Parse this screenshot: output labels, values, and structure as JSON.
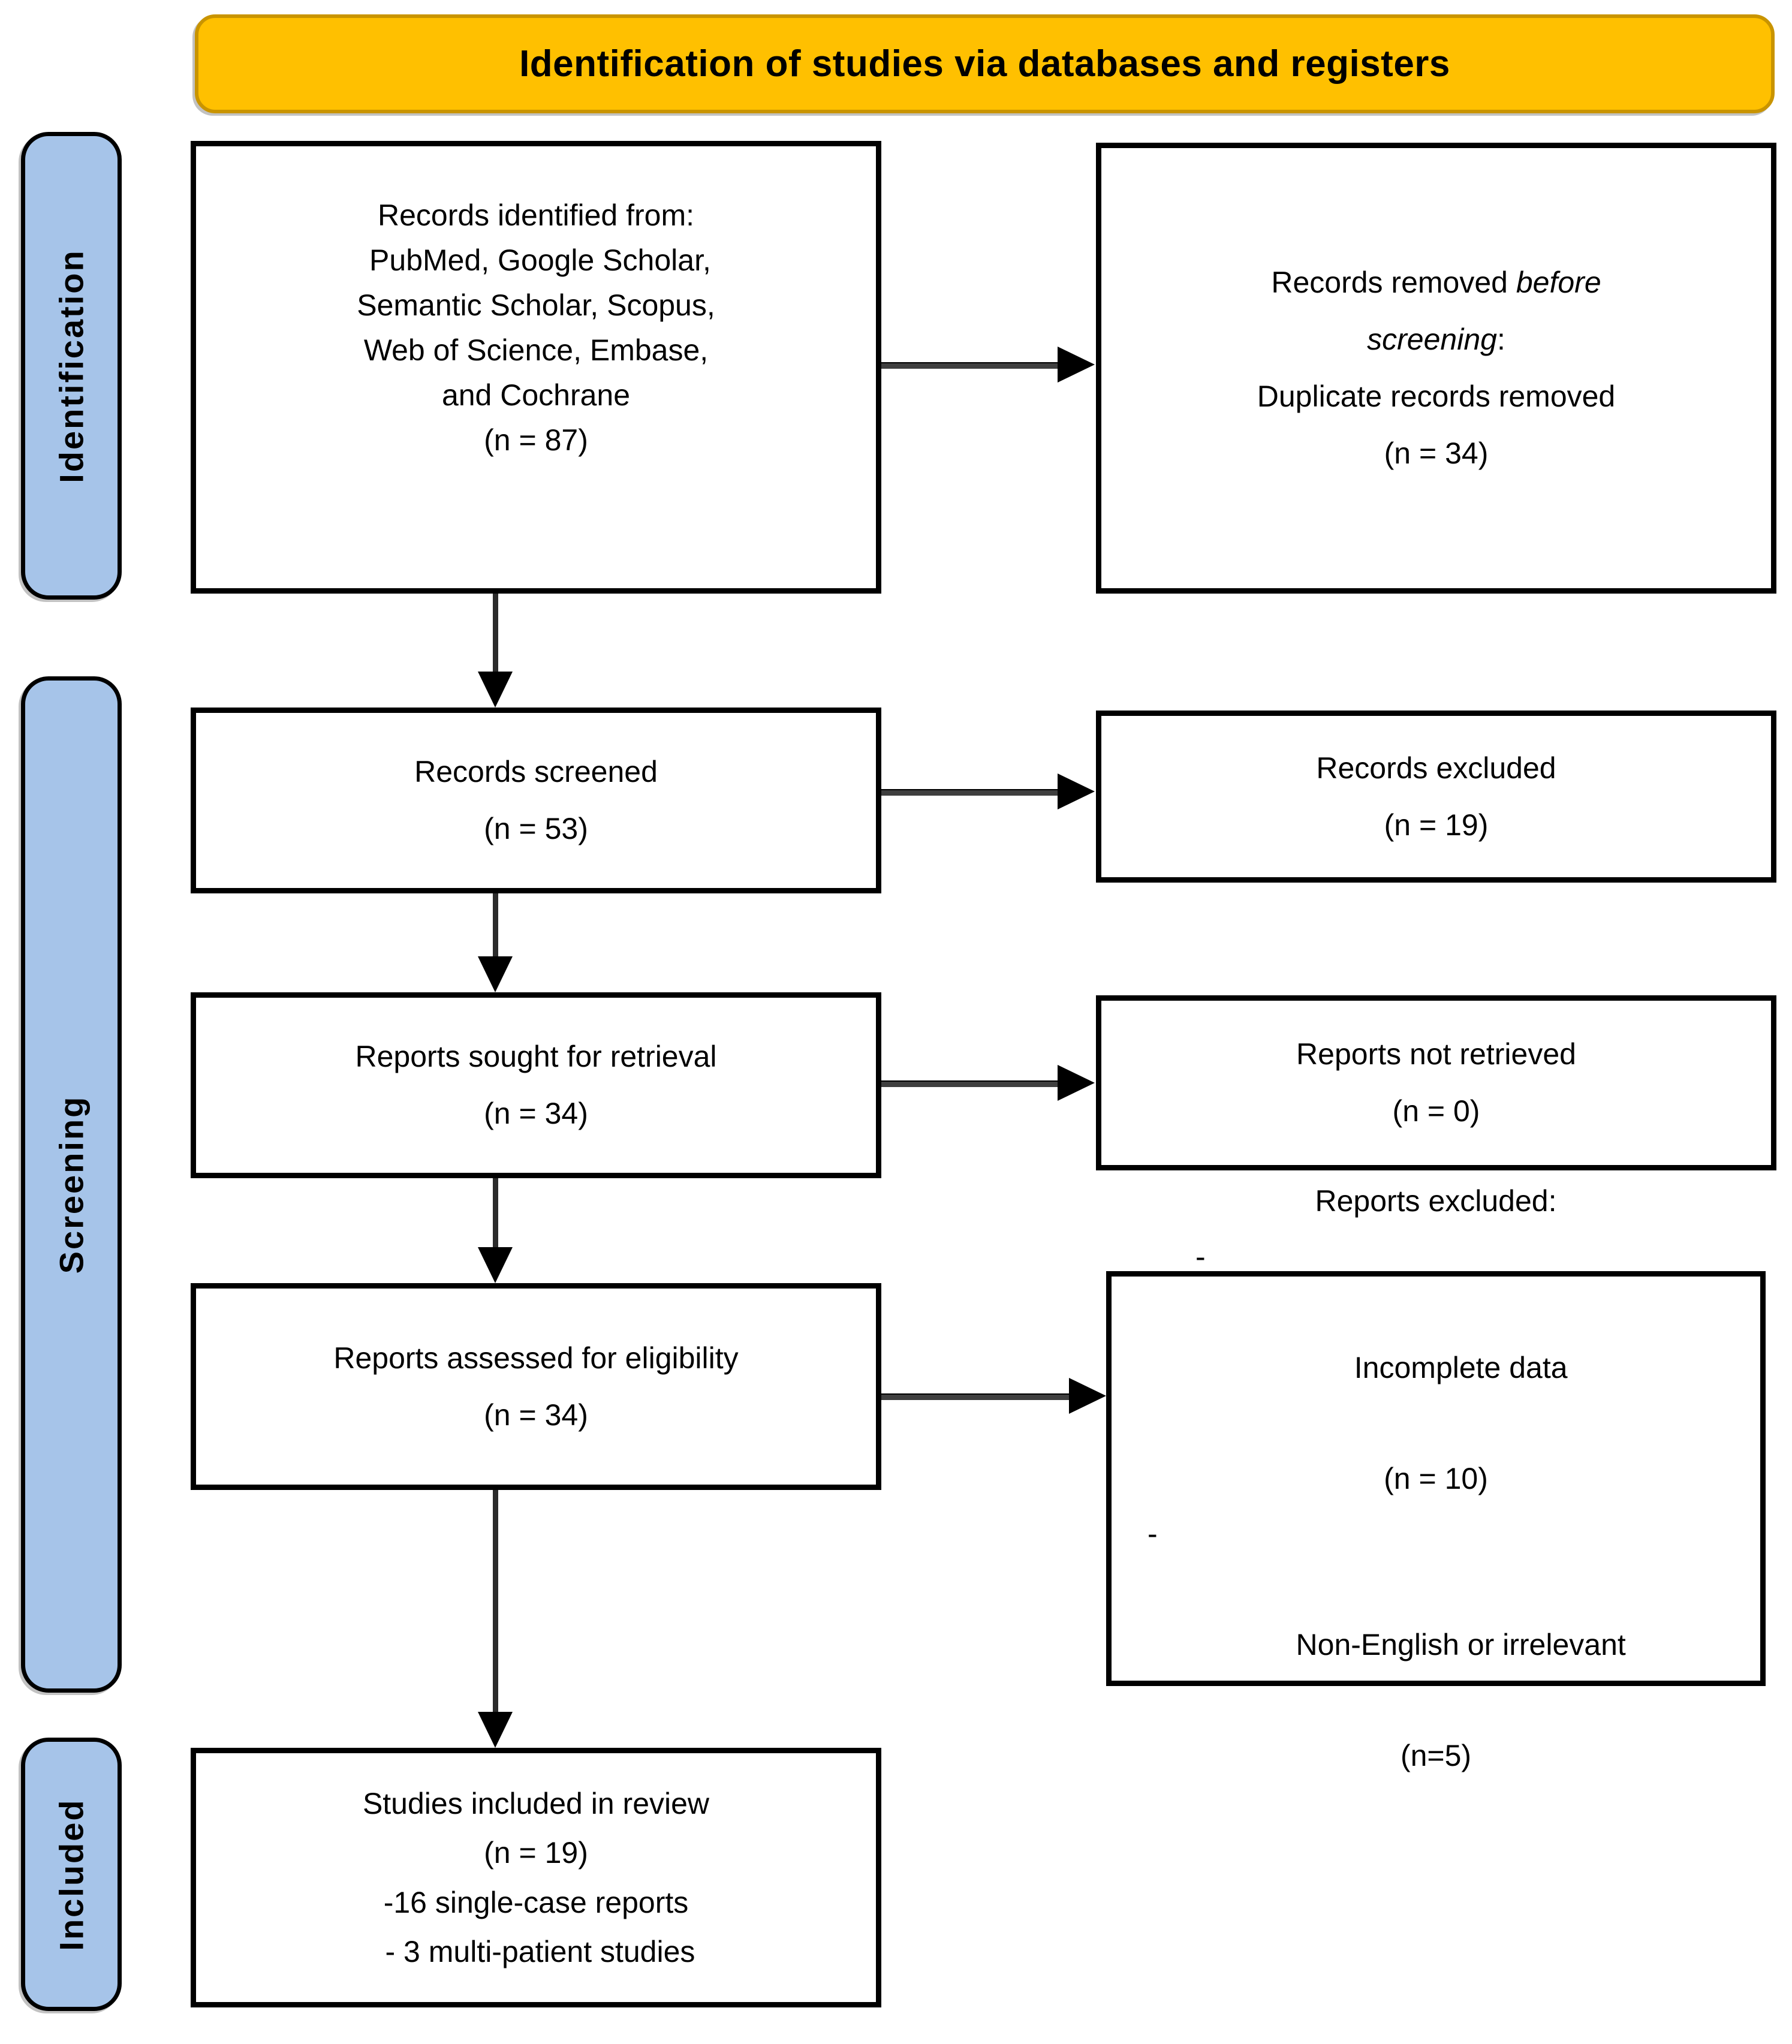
{
  "banner": {
    "title": "Identification of studies via databases and registers"
  },
  "stages": {
    "identification": "Identification",
    "screening": "Screening",
    "included": "Included"
  },
  "boxes": {
    "records_identified": {
      "lines": [
        "Records identified from:",
        " PubMed, Google Scholar,",
        "Semantic Scholar, Scopus,",
        "Web of Science, Embase,",
        "and Cochrane",
        "(n = 87)"
      ]
    },
    "records_removed": {
      "line1_normal": "Records removed ",
      "line1_italic": "before",
      "line2_italic": "screening",
      "line2_suffix": ":",
      "line3": "Duplicate records removed",
      "line4": "(n = 34)"
    },
    "records_screened": {
      "line1": "Records screened",
      "line2": "(n = 53)"
    },
    "records_excluded": {
      "line1": "Records excluded",
      "line2": "(n = 19)"
    },
    "reports_sought": {
      "line1": "Reports sought for retrieval",
      "line2": "(n = 34)"
    },
    "reports_not_retrieved": {
      "line1": "Reports not retrieved",
      "line2": "(n = 0)"
    },
    "reports_assessed": {
      "line1": "Reports assessed for eligibility",
      "line2": "(n = 34)"
    },
    "reports_excluded": {
      "title": "Reports excluded:",
      "item1_dash": "-",
      "item1_label": "Incomplete data",
      "item1_count": "(n = 10)",
      "item2_dash": "-",
      "item2_label": "Non-English or irrelevant",
      "item2_count": "(n=5)"
    },
    "studies_included": {
      "line1": "Studies included in review",
      "line2": "(n = 19)",
      "line3": "-16 single-case reports",
      "line4": " - 3 multi-patient studies"
    }
  },
  "colors": {
    "banner_bg": "#FFC000",
    "banner_border": "#C99400",
    "stage_bg": "#A6C4E9",
    "box_bg": "#FFFFFF",
    "box_border": "#000000",
    "arrow": "#000000"
  }
}
